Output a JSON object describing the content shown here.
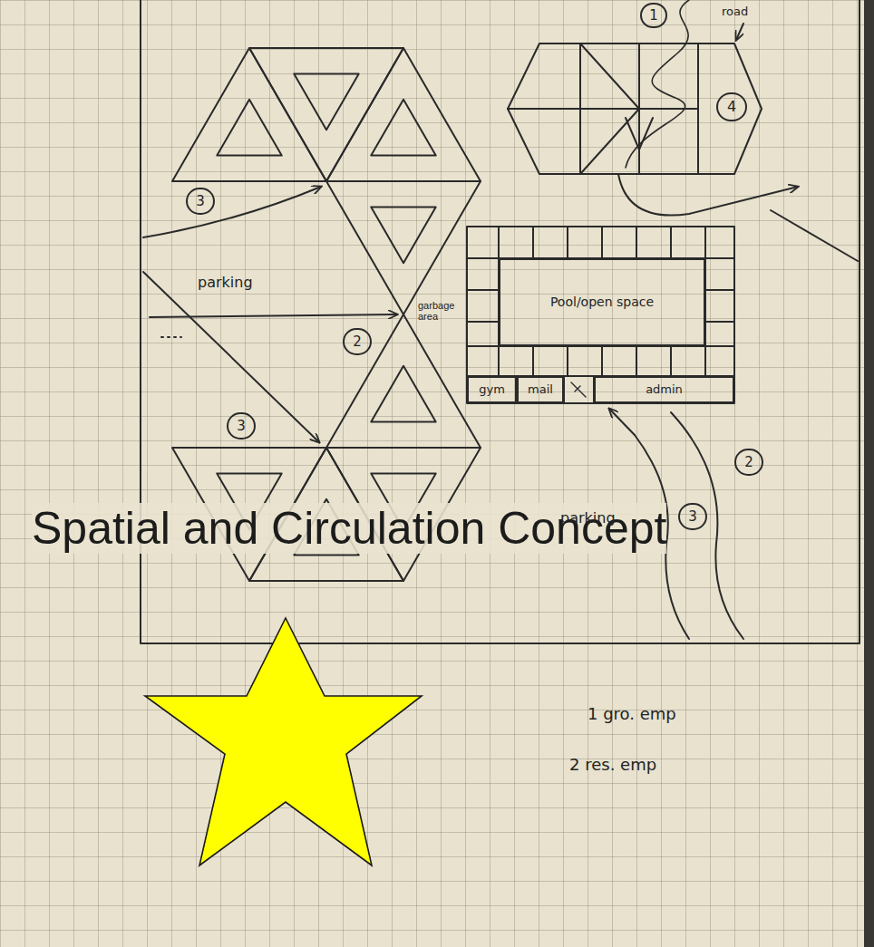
{
  "diagram": {
    "title": "Spatial and Circulation Concept",
    "nodes": [
      {
        "text": [
          "Pool/open space"
        ]
      },
      {
        "text": [
          "gym"
        ]
      },
      {
        "text": [
          "mail"
        ]
      },
      {
        "text": [
          "admin"
        ]
      }
    ],
    "labels": [
      "1",
      "road",
      "4",
      "3",
      "parking",
      "2",
      "garbage area",
      "3",
      "parking",
      "2",
      "3",
      "1 gro. emp",
      "2 res. emp"
    ]
  }
}
